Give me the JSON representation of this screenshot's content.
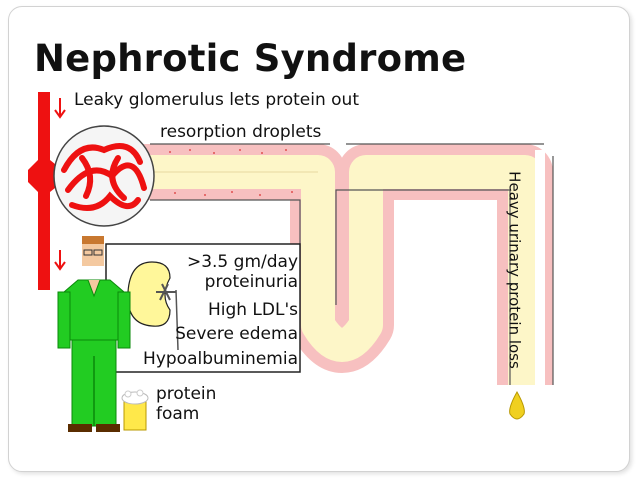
{
  "title": "Nephrotic Syndrome",
  "labels": {
    "leaky": "Leaky glomerulus lets protein out",
    "droplets": "resorption droplets",
    "urinary_loss": "Heavy urinary protein loss",
    "foam_line1": "protein",
    "foam_line2": "foam"
  },
  "findings": [
    ">3.5 gm/day",
    "proteinuria",
    "High LDL's",
    "Severe edema",
    "Hypoalbuminemia"
  ],
  "colors": {
    "artery": "#ee1111",
    "tubule_wall": "#f7c0c0",
    "tubule_lumen": "#fdf6c8",
    "scrubs": "#22cc22",
    "droplet": "#f0d020"
  }
}
